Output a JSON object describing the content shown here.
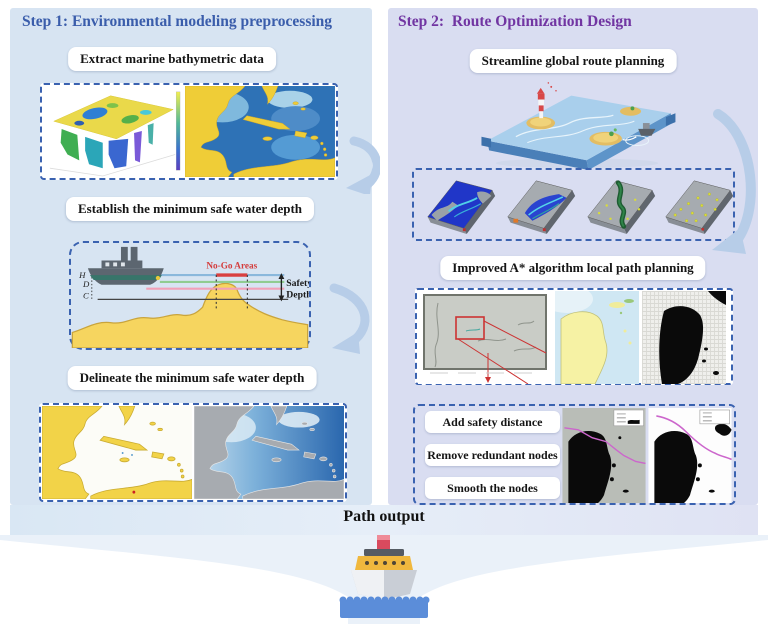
{
  "figure": {
    "output_label": "Path output"
  },
  "left_panel": {
    "title": "Step 1: Environmental modeling preprocessing",
    "steps": {
      "extract": "Extract marine bathymetric data",
      "establish": "Establish the minimum safe water depth",
      "delineate": "Delineate the minimum safe water depth"
    },
    "ship_diagram": {
      "no_go_areas": "No-Go Areas",
      "safety": "Safety",
      "depth": "Depth",
      "h": "H",
      "d": "D",
      "c": "C"
    }
  },
  "right_panel": {
    "title": "Step 2:  Route Optimization Design",
    "steps": {
      "streamline": "Streamline global route planning",
      "improved": "Improved A* algorithm local path planning"
    },
    "node_steps": [
      "Add safety distance",
      "Remove redundant nodes",
      "Smooth the nodes"
    ]
  },
  "colors": {
    "step1_title": "#3a5dab",
    "step2_title": "#7135a2",
    "left_panel_bg": "#d7e4f2",
    "right_panel_bg": "#d9ddf1",
    "dashed_border": "#3a62b0",
    "arrow": "#b7cde8",
    "no_go_red": "#d94040",
    "seabed_yellow": "#f6d55f",
    "land_yellow": "#efcd37",
    "deep_sea_blue": "#2e72b6",
    "wave_blue": "#5b8dd9"
  }
}
